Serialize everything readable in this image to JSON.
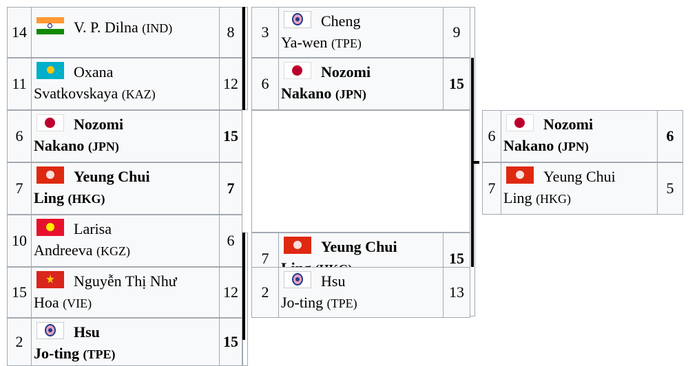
{
  "round1": [
    {
      "seed": "14",
      "flag": "india-flag",
      "name1": "V. P. Dilna",
      "country": "(IND)",
      "name2": "",
      "score": "8",
      "winner": false
    },
    {
      "seed": "11",
      "flag": "kazakhstan-flag",
      "name1": "Oxana",
      "country": "(KAZ)",
      "name2": "Svatkovskaya",
      "score": "12",
      "winner": false
    },
    {
      "seed": "6",
      "flag": "japan-flag",
      "name1": "Nozomi",
      "country": "(JPN)",
      "name2": "Nakano",
      "score": "15",
      "winner": true
    },
    {
      "seed": "7",
      "flag": "hong-kong-flag",
      "name1": "Yeung Chui",
      "country": "(HKG)",
      "name2": "Ling",
      "score": "7",
      "winner": true
    },
    {
      "seed": "10",
      "flag": "kyrgyzstan-flag",
      "name1": "Larisa",
      "country": "(KGZ)",
      "name2": "Andreeva",
      "score": "6",
      "winner": false
    },
    {
      "seed": "15",
      "flag": "vietnam-flag",
      "name1": "Nguyễn Thị Như",
      "country": "(VIE)",
      "name2": "Hoa",
      "score": "12",
      "winner": false
    },
    {
      "seed": "2",
      "flag": "chinese-taipei-flag",
      "name1": "Hsu",
      "country": "(TPE)",
      "name2": "Jo-ting",
      "score": "15",
      "winner": true
    }
  ],
  "round2": [
    {
      "seed": "3",
      "flag": "chinese-taipei-flag",
      "name1": "Cheng",
      "country": "(TPE)",
      "name2": "Ya-wen",
      "score": "9",
      "winner": false
    },
    {
      "seed": "6",
      "flag": "japan-flag",
      "name1": "Nozomi",
      "country": "(JPN)",
      "name2": "Nakano",
      "score": "15",
      "winner": true
    },
    {
      "seed": "7",
      "flag": "hong-kong-flag",
      "name1": "Yeung Chui",
      "country": "(HKG)",
      "name2": "Ling",
      "score": "15",
      "winner": true
    },
    {
      "seed": "2",
      "flag": "chinese-taipei-flag",
      "name1": "Hsu",
      "country": "(TPE)",
      "name2": "Jo-ting",
      "score": "13",
      "winner": false
    }
  ],
  "round3": [
    {
      "seed": "6",
      "flag": "japan-flag",
      "name1": "Nozomi",
      "country": "(JPN)",
      "name2": "Nakano",
      "score": "6",
      "winner": true
    },
    {
      "seed": "7",
      "flag": "hong-kong-flag",
      "name1": "Yeung Chui",
      "country": "(HKG)",
      "name2": "Ling",
      "score": "5",
      "winner": false
    }
  ],
  "colors": {
    "border": "#a2a9b1",
    "cell_bg": "#f8f9fa"
  }
}
